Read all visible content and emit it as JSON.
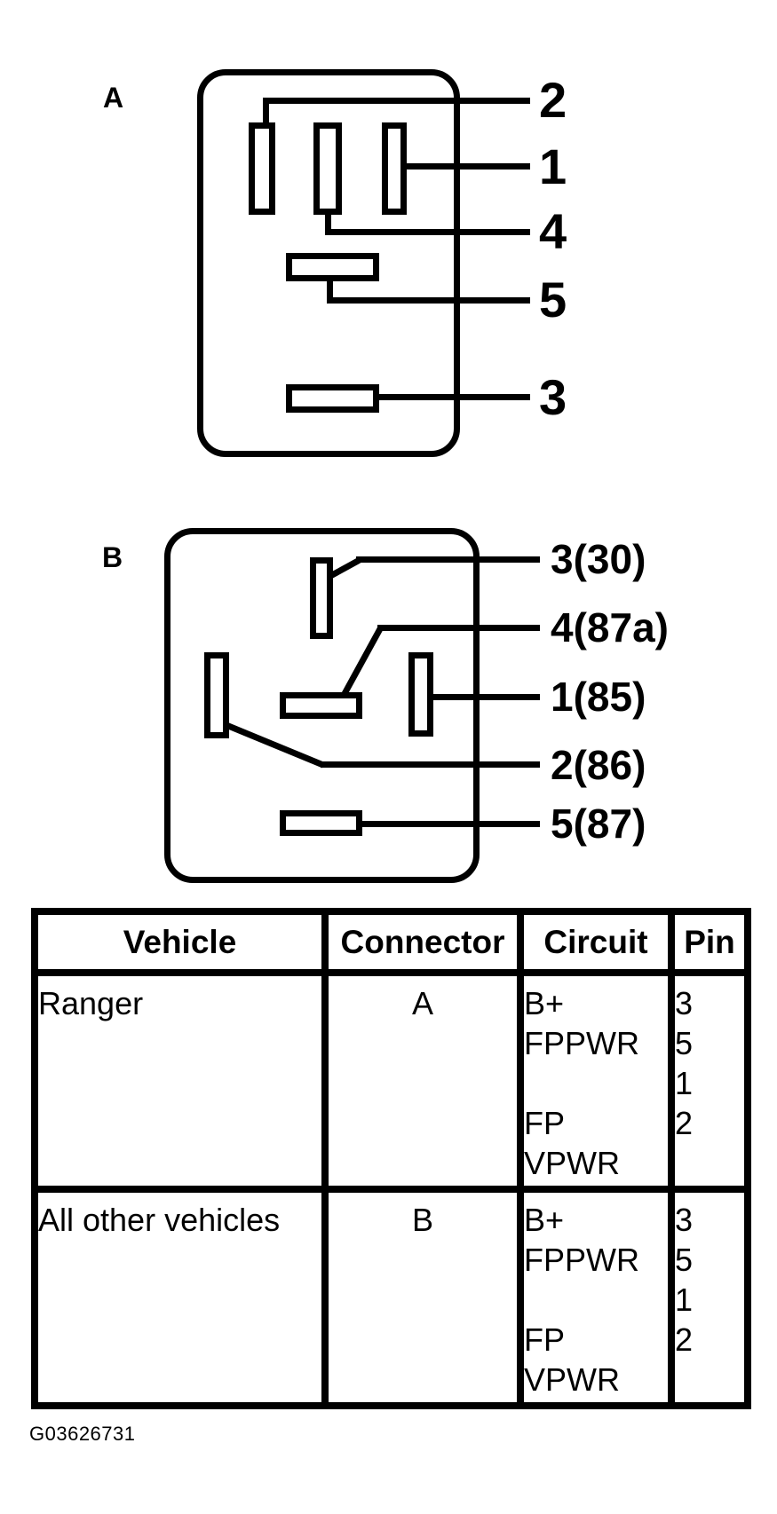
{
  "diagram_a": {
    "label": "A",
    "pin_labels": [
      "2",
      "1",
      "4",
      "5",
      "3"
    ]
  },
  "diagram_b": {
    "label": "B",
    "pin_labels": [
      "3(30)",
      "4(87a)",
      "1(85)",
      "2(86)",
      "5(87)"
    ]
  },
  "table": {
    "headers": [
      "Vehicle",
      "Connector",
      "Circuit",
      "Pin"
    ],
    "rows": [
      {
        "vehicle": "Ranger",
        "connector": "A",
        "circuit_lines": [
          "B+",
          "FPPWR",
          "",
          "FP",
          "VPWR"
        ],
        "pin_lines": [
          "3",
          "5",
          "1",
          "2"
        ]
      },
      {
        "vehicle": "All other vehicles",
        "connector": "B",
        "circuit_lines": [
          "B+",
          "FPPWR",
          "",
          "FP",
          "VPWR"
        ],
        "pin_lines": [
          "3",
          "5",
          "1",
          "2"
        ]
      }
    ]
  },
  "caption": "G03626731",
  "colors": {
    "ink": "#000000",
    "paper": "#ffffff"
  }
}
